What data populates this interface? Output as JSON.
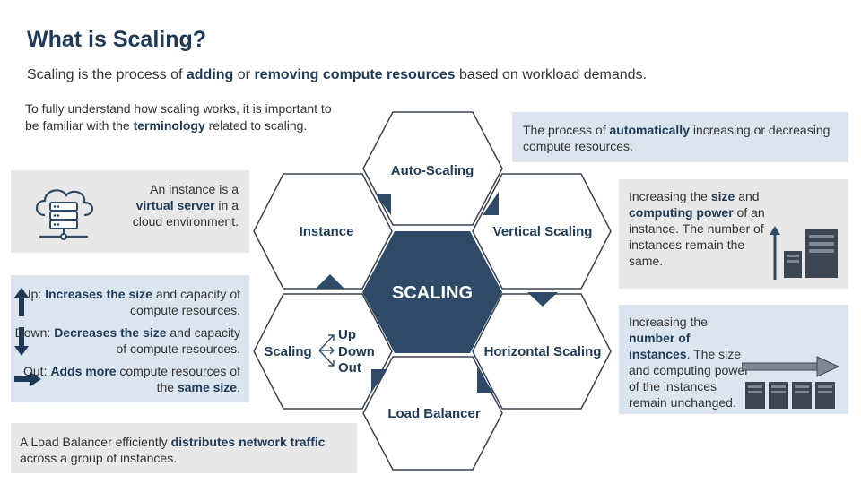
{
  "title": "What is Scaling?",
  "subtitle": {
    "p1": "Scaling",
    "p2": " is the process of ",
    "b1": "adding",
    "p3": " or ",
    "b2": "removing compute resources",
    "p4": " based on workload demands."
  },
  "intro": {
    "p1": "To fully understand how scaling works, it is important to be familiar with the ",
    "b1": "terminology",
    "p2": " related to scaling."
  },
  "hexes": {
    "center": "SCALING",
    "auto_scaling": "Auto-Scaling",
    "instance": "Instance",
    "vertical_scaling": "Vertical Scaling",
    "scaling": "Scaling",
    "up": "Up",
    "down": "Down",
    "out": "Out",
    "horizontal_scaling": "Horizontal Scaling",
    "load_balancer": "Load Balancer"
  },
  "instance_box": {
    "p1": "An instance is a ",
    "b1": "virtual server",
    "p2": " in a cloud environment."
  },
  "updown_box": {
    "up_label": "Up:  ",
    "up_bold": "Increases the size",
    "up_rest": " and capacity of compute resources.",
    "down_label": "Down: ",
    "down_bold": "Decreases the size",
    "down_rest": " and capacity of compute resources.",
    "out_label": "Out:  ",
    "out_bold": "Adds more",
    "out_mid": " compute resources of the ",
    "out_bold2": "same size",
    "out_end": "."
  },
  "lb_box": {
    "p1": "A Load Balancer efficiently ",
    "b1": "distributes network traffic",
    "p2": " across a group of instances."
  },
  "auto_box": {
    "p1": "The process of ",
    "b1": "automatically",
    "p2": " increasing or decreasing compute resources."
  },
  "vertical_box": {
    "p1": "Increasing the ",
    "b1": "size",
    "p2": " and ",
    "b2": "computing power",
    "p3": " of an instance. The number of instances remain the same."
  },
  "horizontal_box": {
    "p1": "Increasing the ",
    "b1": "number of instances",
    "p2": ". The size and computing power of the instances remain unchanged."
  },
  "colors": {
    "navy": "#2e4a66",
    "title": "#1f3a56",
    "box_gray": "#e8e8e8",
    "box_blue": "#dbe5f0",
    "hex_stroke": "#3a4450"
  },
  "icons": [
    "cloud-server-icon",
    "arrow-up-icon",
    "arrow-down-icon",
    "arrow-right-icon",
    "server-icon",
    "right-arrow-icon"
  ]
}
